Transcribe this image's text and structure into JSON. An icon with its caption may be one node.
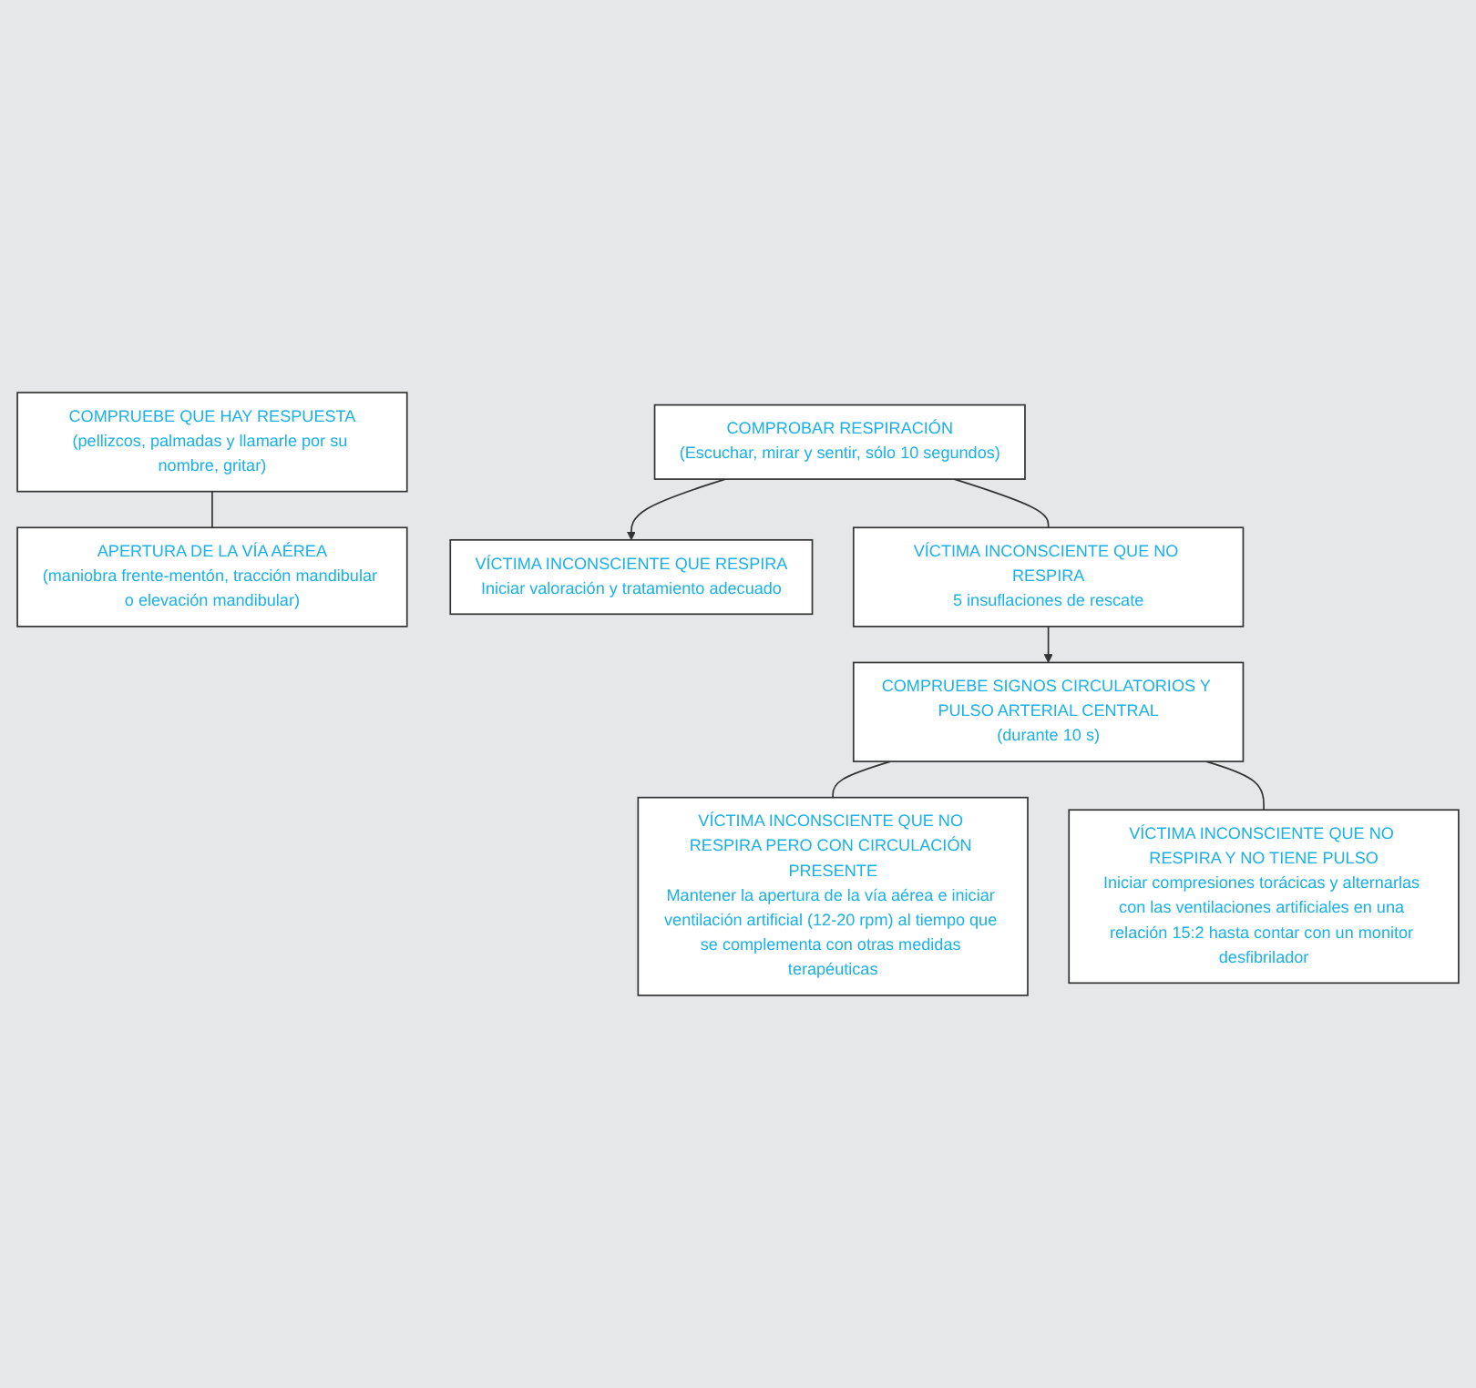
{
  "diagram": {
    "nodes": [
      {
        "text": [
          "COMPRUEBE QUE HAY RESPUESTA",
          "(pellizcos, palmadas y llamarle por su nombre, gritar)"
        ]
      },
      {
        "text": [
          "APERTURA DE LA VÍA AÉREA",
          "(maniobra frente-mentón, tracción mandibular o elevación mandibular)"
        ]
      },
      {
        "text": [
          "COMPROBAR RESPIRACIÓN",
          "(Escuchar, mirar y sentir, sólo 10 segundos)"
        ]
      },
      {
        "text": [
          "VÍCTIMA INCONSCIENTE QUE RESPIRA",
          "Iniciar valoración y tratamiento adecuado"
        ]
      },
      {
        "text": [
          "VÍCTIMA INCONSCIENTE QUE NO RESPIRA",
          "5 insuflaciones de rescate"
        ]
      },
      {
        "text": [
          "COMPRUEBE SIGNOS CIRCULATORIOS Y PULSO ARTERIAL CENTRAL",
          "(durante 10 s)"
        ]
      },
      {
        "text": [
          "VÍCTIMA INCONSCIENTE QUE NO RESPIRA PERO CON CIRCULACIÓN PRESENTE",
          "Mantener la apertura de la vía aérea e iniciar ventilación artificial (12-20 rpm) al tiempo que se complementa con otras medidas terapéuticas"
        ]
      },
      {
        "text": [
          "VÍCTIMA INCONSCIENTE QUE NO RESPIRA Y NO TIENE PULSO",
          "Iniciar compresiones torácicas y alternarlas con las ventilaciones artificiales en una relación 15:2 hasta contar con un monitor desfibrilador"
        ]
      }
    ],
    "edges": [
      {
        "from": 0,
        "to": 1,
        "arrow": "none"
      },
      {
        "from": 2,
        "to": 4,
        "arrow": "none"
      },
      {
        "from": 2,
        "to": 3,
        "arrow": "to"
      },
      {
        "from": 4,
        "to": 5,
        "arrow": "to"
      },
      {
        "from": 5,
        "to": 6,
        "arrow": "none"
      },
      {
        "from": 5,
        "to": 7,
        "arrow": "none"
      }
    ]
  }
}
